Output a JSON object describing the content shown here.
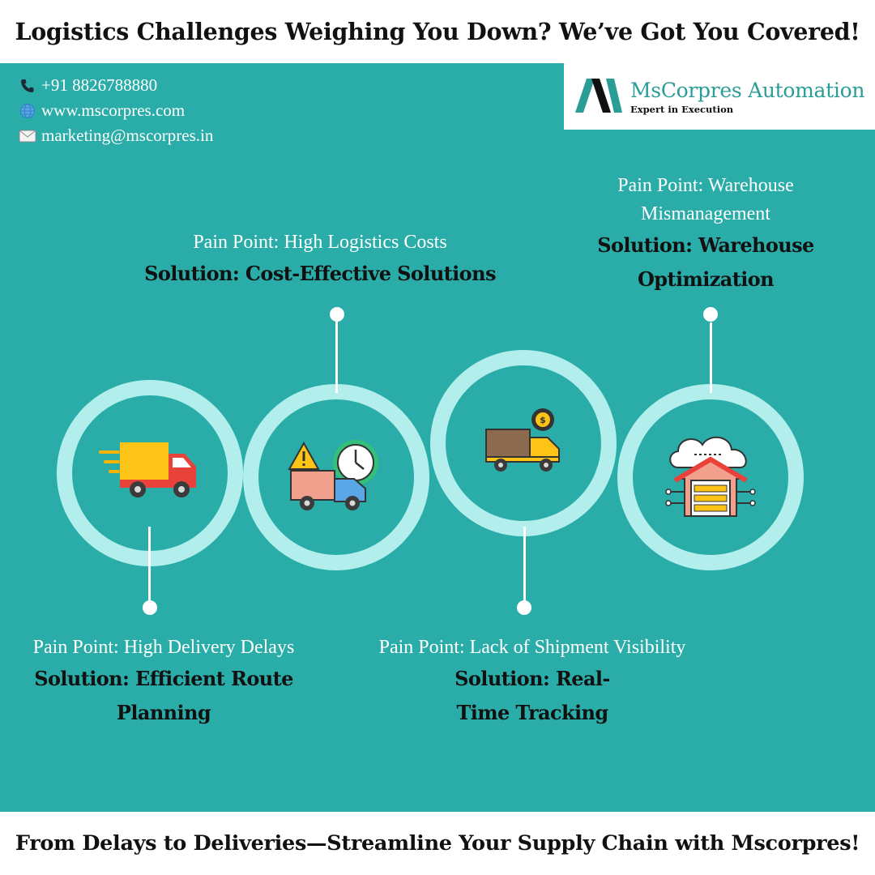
{
  "header": {
    "title": "Logistics Challenges Weighing You Down? We’ve Got You Covered!"
  },
  "contact": {
    "phone": "+91 8826788880",
    "website": "www.mscorpres.com",
    "email": "marketing@mscorpres.in"
  },
  "brand": {
    "name": "MsCorpres Automation",
    "tagline": "Expert in Execution",
    "colors": {
      "teal": "#2aaca8",
      "ring": "#b2efec",
      "logo": "#2a9d96"
    }
  },
  "steps": [
    {
      "icon": "delivery-truck-icon",
      "pain": "Pain Point: High Delivery Delays",
      "solution": "Solution: Efficient Route Planning"
    },
    {
      "icon": "truck-warning-clock-icon",
      "pain": "Pain Point: High Logistics Costs",
      "solution": "Solution: Cost-Effective Solutions"
    },
    {
      "icon": "truck-dollar-gear-icon",
      "pain": "Pain Point: Lack of Shipment Visibility",
      "solution": "Solution: Real-Time Tracking"
    },
    {
      "icon": "cloud-warehouse-icon",
      "pain": "Pain Point: Warehouse Mismanagement",
      "solution": "Solution: Warehouse Optimization"
    }
  ],
  "footer": {
    "tagline": "From Delays to Deliveries—Streamline Your Supply Chain with Mscorpres!"
  }
}
